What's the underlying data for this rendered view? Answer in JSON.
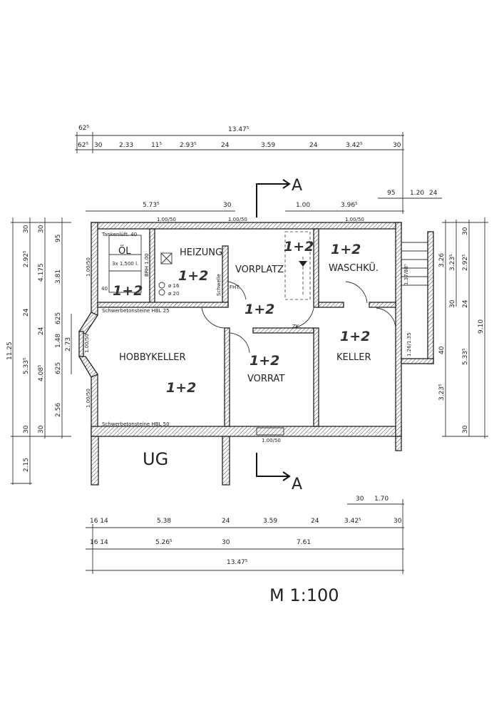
{
  "drawing": {
    "floor_label": "UG",
    "scale_label": "M 1:100",
    "section_label_top": "A",
    "section_label_bottom": "A"
  },
  "rooms": {
    "oel": "ÖL",
    "oel_tank": "3x 1.500 l.",
    "oel_vent": "Tankenlüft. 40",
    "oel_dim": "40",
    "heizung": "HEIZUNG",
    "brh": "BRH 1.00",
    "phi16": "ø 16",
    "phi20": "ø 20",
    "schwelle": "Schwelle",
    "fht": "FHT.",
    "vorplatz": "VORPLATZ",
    "waschkueche": "WASCHKÜ.",
    "zk": "ZK.",
    "hobbykeller": "HOBBYKELLER",
    "vorrat": "VORRAT",
    "keller": "KELLER",
    "wall_note_1": "Schwerbetonsteine HBL 25",
    "wall_note_2": "Schwerbetonsteine HBL 50"
  },
  "annotations": {
    "hand_marks": [
      "1+2",
      "1+2",
      "1+2",
      "1+2",
      "1+2",
      "1+2",
      "1+2",
      "1+2"
    ]
  },
  "windows": {
    "top_1": "1.00/50",
    "top_2": "1.00/50",
    "top_3": "1.00/50",
    "left_1": "1.00/50",
    "left_bay": "1.00/50",
    "left_2": "1.00/50",
    "bottom": "1.00/50",
    "stair_1": "1.37/88⁵",
    "stair_2": "1.26/1.35"
  },
  "dimensions": {
    "top_total": "13.47⁵",
    "top_overhang": "62⁵",
    "top_row": [
      "62⁵",
      "30",
      "2.33",
      "11⁵",
      "2.93⁵",
      "24",
      "3.59",
      "24",
      "3.42⁵",
      "30"
    ],
    "top_row3": [
      "5.73⁵",
      "30",
      "1.00",
      "3.96⁵"
    ],
    "top_right": [
      "95",
      "1.20",
      "24"
    ],
    "left_a": [
      "11.25"
    ],
    "left_b": [
      "30",
      "2.92⁵",
      "24",
      "5.33⁵",
      "30",
      "2.15"
    ],
    "left_c": [
      "30",
      "4.175",
      "24",
      "4.08⁵",
      "30"
    ],
    "left_d": [
      "95",
      "3.81",
      "625",
      "1.48",
      "625",
      "2.56"
    ],
    "left_e": [
      "2.73"
    ],
    "right": [
      "3.26",
      "3.23⁵",
      "2.92⁵",
      "30",
      "30",
      "24",
      "9.10",
      "40",
      "5.33⁵",
      "3.23⁵",
      "30"
    ],
    "bottom_small": [
      "30",
      "1.70"
    ],
    "bottom_row1": [
      "16 14",
      "5.38",
      "24",
      "3.59",
      "24",
      "3.42⁵",
      "30"
    ],
    "bottom_row2": [
      "16 14",
      "5.26⁵",
      "30",
      "7.61"
    ],
    "bottom_total": "13.47⁵"
  }
}
